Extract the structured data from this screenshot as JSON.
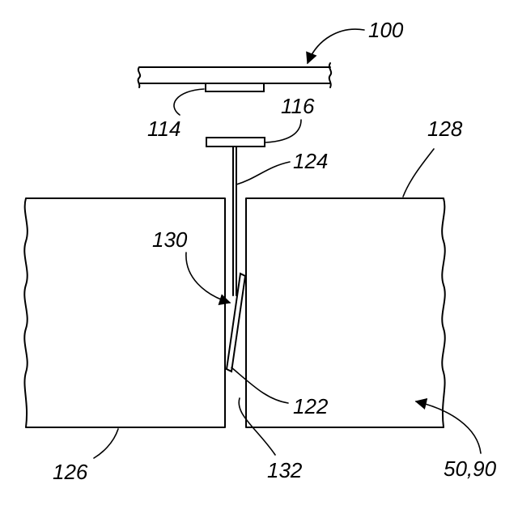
{
  "labels": {
    "ref_100": "100",
    "ref_114": "114",
    "ref_116": "116",
    "ref_124": "124",
    "ref_128": "128",
    "ref_130": "130",
    "ref_122": "122",
    "ref_126": "126",
    "ref_132": "132",
    "ref_50_90": "50,90"
  },
  "colors": {
    "line": "#000000",
    "background": "#ffffff"
  }
}
